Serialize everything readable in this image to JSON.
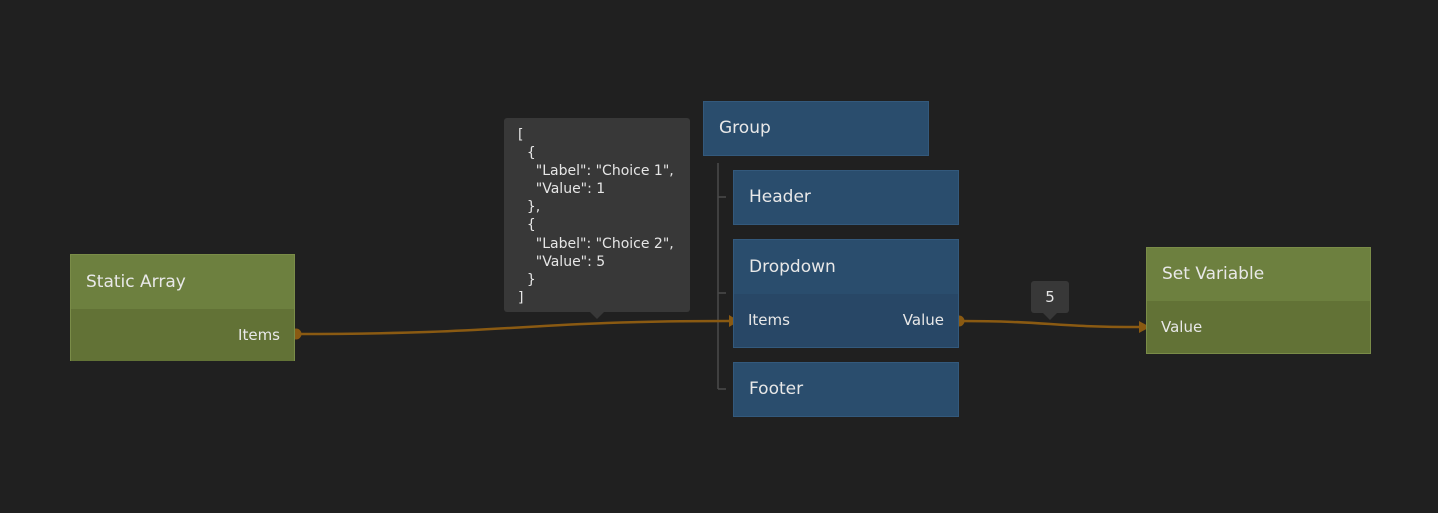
{
  "nodes": {
    "static_array": {
      "title": "Static Array",
      "output_port": "Items",
      "color": "#6d803f"
    },
    "group": {
      "title": "Group",
      "color": "#2a4d6d"
    },
    "header": {
      "title": "Header"
    },
    "dropdown": {
      "title": "Dropdown",
      "input_port": "Items",
      "output_port": "Value"
    },
    "footer": {
      "title": "Footer"
    },
    "set_variable": {
      "title": "Set Variable",
      "input_port": "Value"
    }
  },
  "connections": {
    "items_tooltip": "[\n  {\n    \"Label\": \"Choice 1\",\n    \"Value\": 1\n  },\n  {\n    \"Label\": \"Choice 2\",\n    \"Value\": 5\n  }\n]",
    "value_tooltip": "5",
    "wire_color": "#8a5a12"
  },
  "colors": {
    "background": "#202020",
    "data_node": "#6d803f",
    "visual_node": "#2a4d6d",
    "wire": "#8a5a12"
  }
}
